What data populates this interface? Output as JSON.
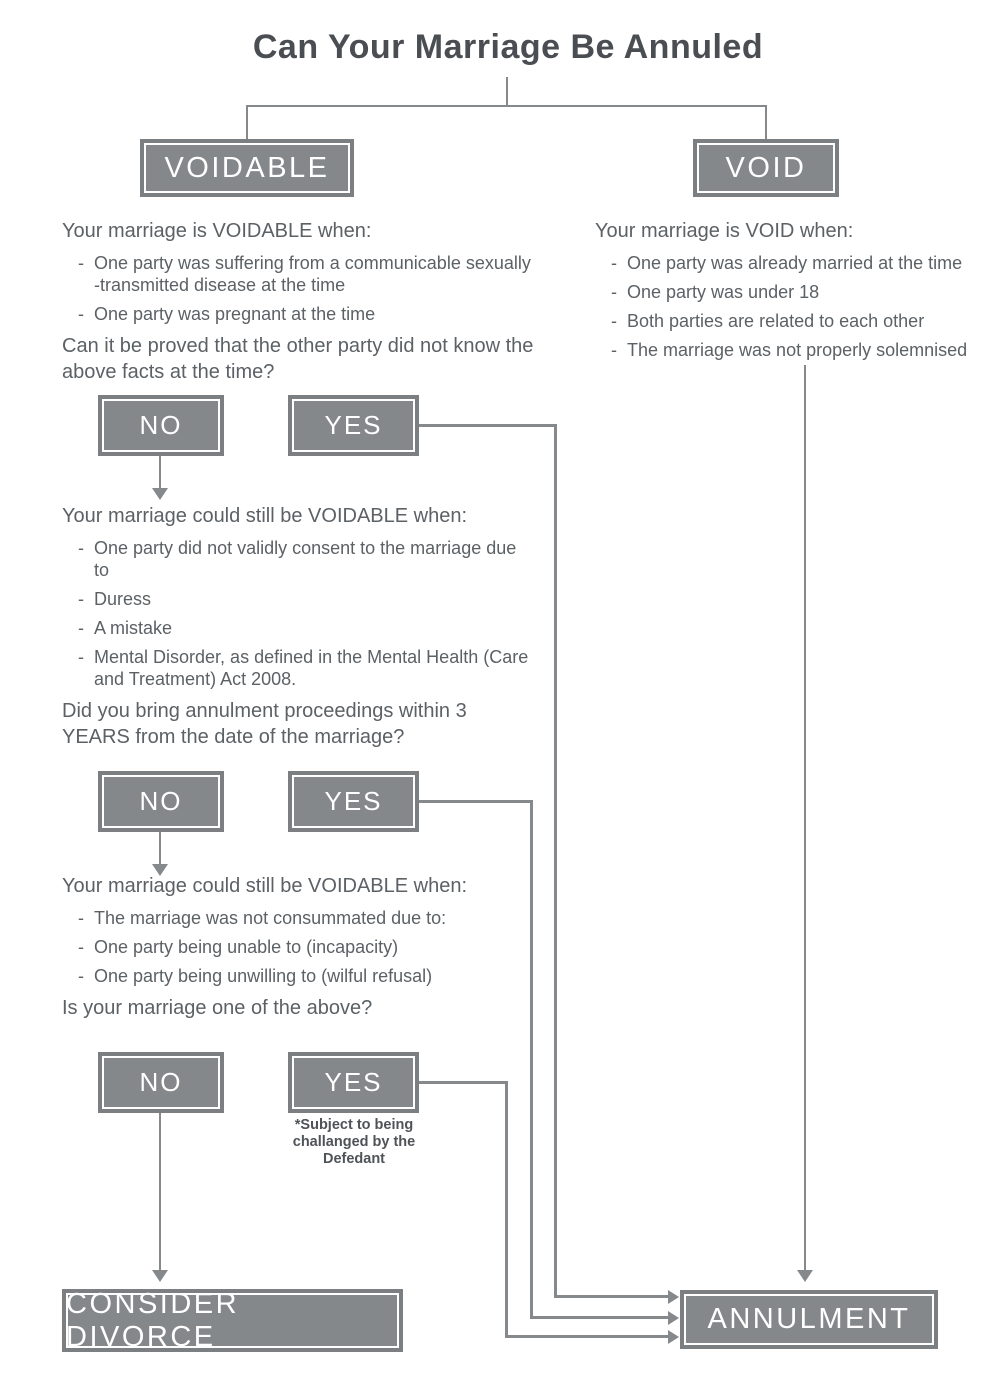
{
  "title": "Can Your Marriage Be Annuled",
  "nodes": {
    "voidable": "VOIDABLE",
    "void": "VOID",
    "no1": "NO",
    "yes1": "YES",
    "no2": "NO",
    "yes2": "YES",
    "no3": "NO",
    "yes3": "YES",
    "consider_divorce": "CONSIDER DIVORCE",
    "annulment": "ANNULMENT"
  },
  "voidable_branch": {
    "section1": {
      "heading": "Your marriage is VOIDABLE when:",
      "bullets": [
        "One party was suffering from a communicable sexually -transmitted disease at the time",
        "One party was pregnant at the time"
      ],
      "question": "Can it be proved that the other party did not know the above facts at the time?"
    },
    "section2": {
      "heading": "Your marriage could still be VOIDABLE when:",
      "bullets": [
        "One party did not validly consent to the marriage due to",
        "Duress",
        "A mistake",
        "Mental Disorder, as defined in the Mental Health (Care and Treatment) Act 2008."
      ],
      "question": "Did you bring annulment proceedings within 3 YEARS from the date of the marriage?"
    },
    "section3": {
      "heading": "Your marriage could still be VOIDABLE when:",
      "bullets": [
        "The marriage was not consummated due to:",
        "One party being unable to (incapacity)",
        "One party being unwilling to (wilful refusal)"
      ],
      "question": "Is your marriage one of the above?"
    },
    "yes3_note": "*Subject to being challanged by the Defedant"
  },
  "void_branch": {
    "heading": "Your marriage is VOID when:",
    "bullets": [
      "One party was already married at the time",
      "One party was under 18",
      "Both parties are related to each other",
      "The marriage was not properly solemnised"
    ]
  },
  "colors": {
    "box_fill": "#84888b",
    "box_border": "#7b7f82",
    "inner_outline": "#ffffff",
    "line": "#85898c",
    "title_text": "#4a4e53",
    "body_text": "#5c6165",
    "node_text": "#ffffff"
  }
}
